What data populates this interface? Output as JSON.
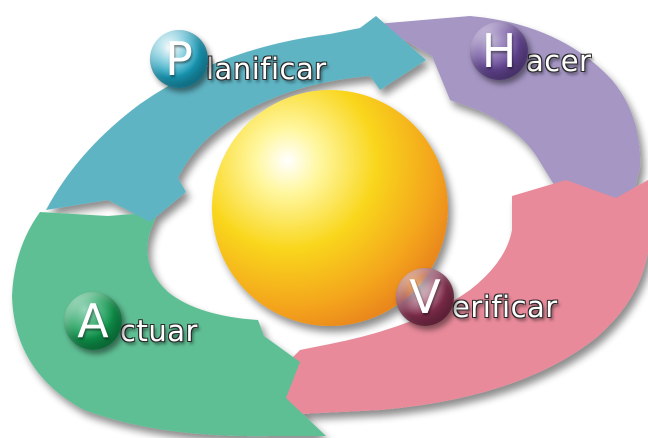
{
  "cycle": [
    {
      "id": "plan",
      "letter": "P",
      "rest": "lanificar",
      "color": "#5fb4c4",
      "badge_color": "#1aa3c2"
    },
    {
      "id": "do",
      "letter": "H",
      "rest": "acer",
      "color": "#a596c4",
      "badge_color": "#6a4a9c"
    },
    {
      "id": "check",
      "letter": "V",
      "rest": "erificar",
      "color": "#e88a9a",
      "badge_color": "#8a3050"
    },
    {
      "id": "act",
      "letter": "A",
      "rest": "ctuar",
      "color": "#5fbf94",
      "badge_color": "#0f9a4e"
    }
  ],
  "center_sphere_color": "#f7c21a"
}
